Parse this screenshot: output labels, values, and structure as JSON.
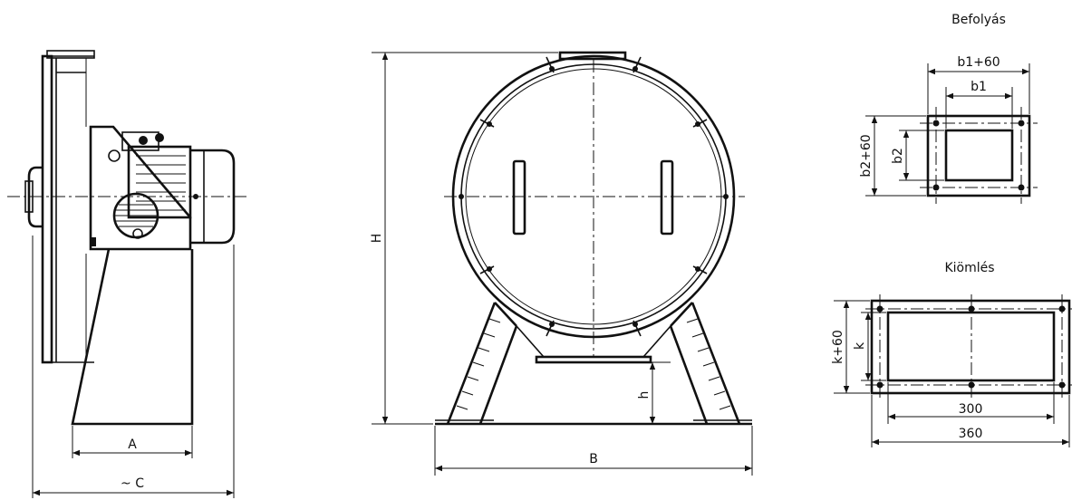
{
  "labels": {
    "side_view": {
      "dim_a": "A",
      "dim_c": "~ C"
    },
    "front_view": {
      "dim_h_total": "H",
      "dim_h_leg": "h",
      "dim_b": "B"
    },
    "inlet": {
      "title": "Befolyás",
      "dim_b1_60": "b1+60",
      "dim_b1": "b1",
      "dim_b2_60": "b2+60",
      "dim_b2": "b2"
    },
    "outlet": {
      "title": "Kiömlés",
      "dim_k_60": "k+60",
      "dim_k": "k",
      "dim_300": "300",
      "dim_360": "360"
    }
  }
}
